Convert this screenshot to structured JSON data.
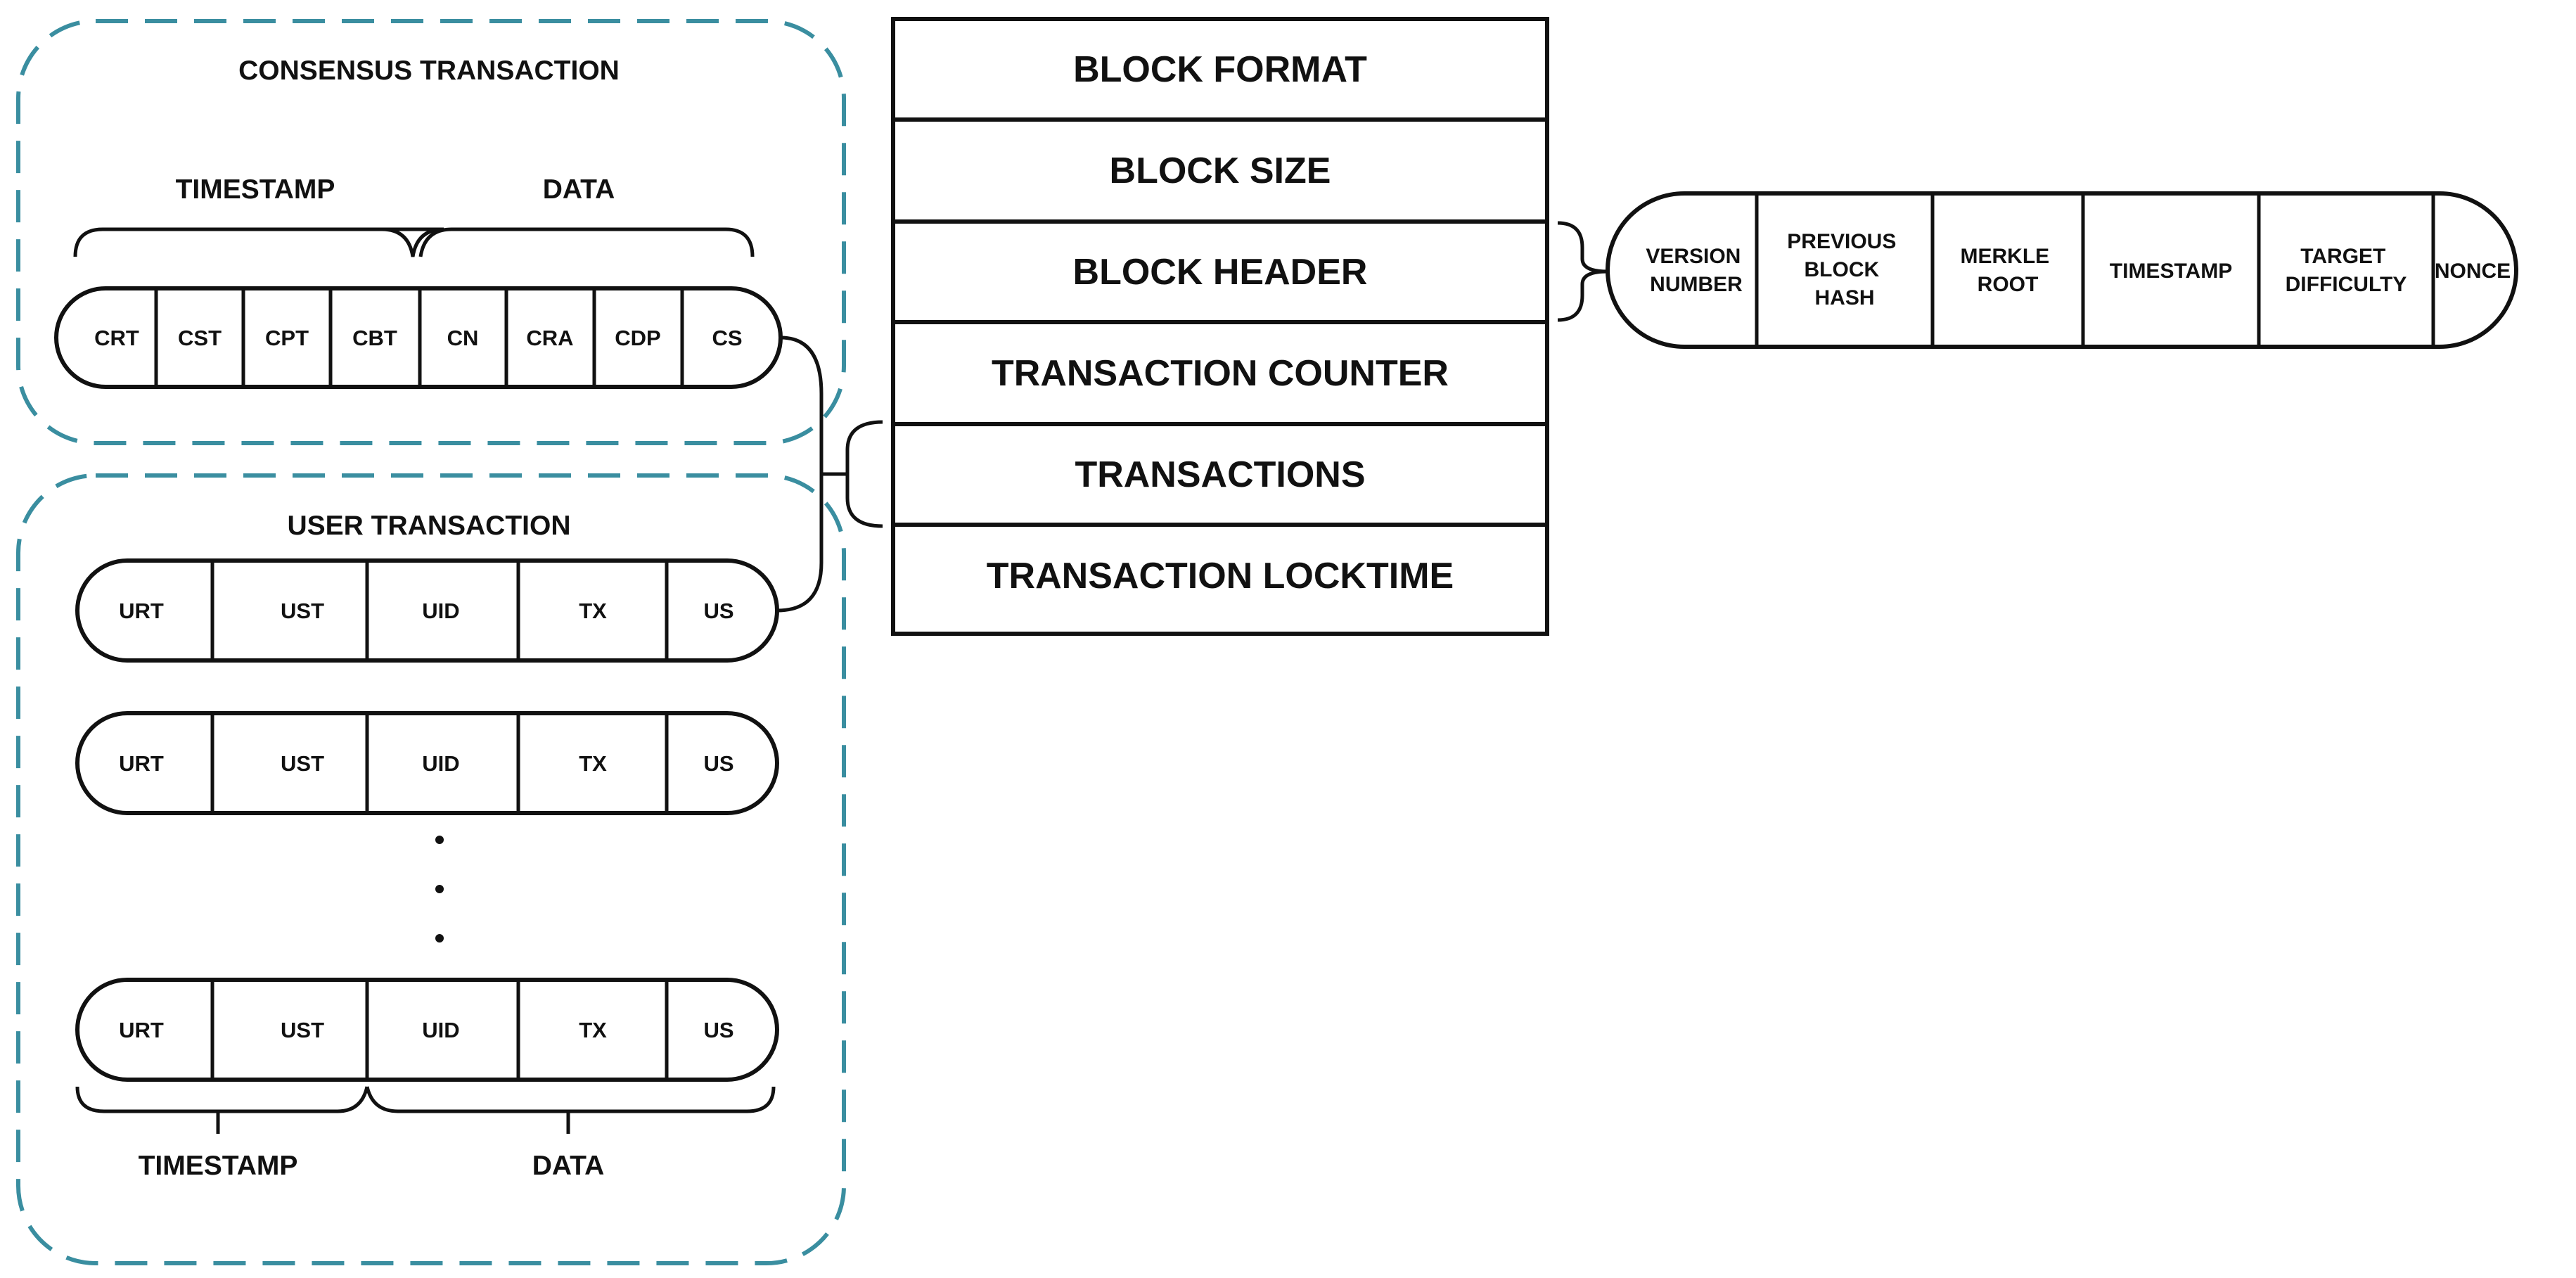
{
  "consensus": {
    "title": "CONSENSUS TRANSACTION",
    "timestamp_label": "TIMESTAMP",
    "data_label": "DATA",
    "fields": [
      "CRT",
      "CST",
      "CPT",
      "CBT",
      "CN",
      "CRA",
      "CDP",
      "CS"
    ]
  },
  "user": {
    "title": "USER TRANSACTION",
    "fields": [
      "URT",
      "UST",
      "UID",
      "TX",
      "US"
    ],
    "ellipsis": "...",
    "timestamp_label": "TIMESTAMP",
    "data_label": "DATA"
  },
  "block": {
    "rows": [
      "BLOCK FORMAT",
      "BLOCK SIZE",
      "BLOCK HEADER",
      "TRANSACTION COUNTER",
      "TRANSACTIONS",
      "TRANSACTION LOCKTIME"
    ]
  },
  "header": {
    "fields": [
      [
        "VERSION",
        "NUMBER"
      ],
      [
        "PREVIOUS",
        "BLOCK",
        "HASH"
      ],
      [
        "MERKLE",
        "ROOT"
      ],
      [
        "TIMESTAMP"
      ],
      [
        "TARGET",
        "DIFFICULTY"
      ],
      [
        "NONCE"
      ]
    ]
  },
  "colors": {
    "dashed_border": "#3a8ea0",
    "stroke": "#111111"
  }
}
